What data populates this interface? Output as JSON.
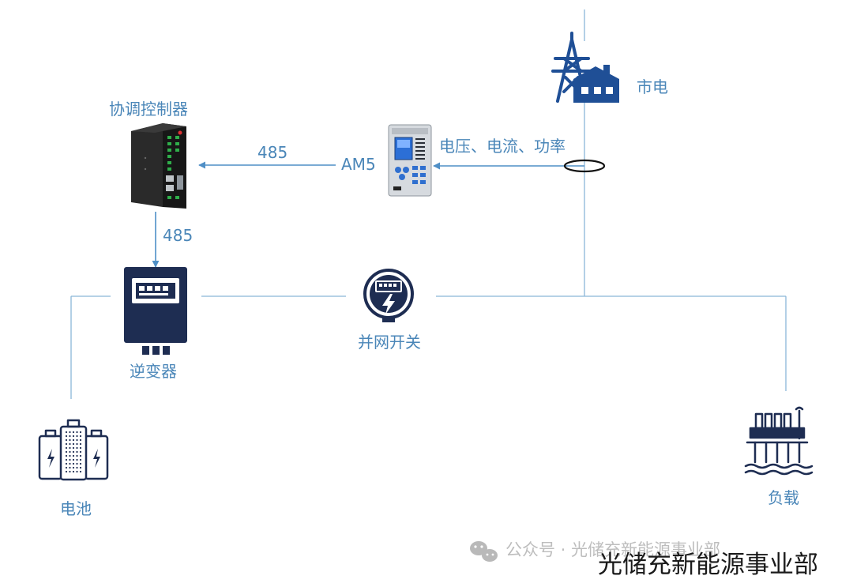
{
  "labels": {
    "grid": "市电",
    "controller": "协调控制器",
    "link_controller_meter": "485",
    "meter_model": "AM5",
    "measurements": "电压、电流、功率",
    "link_controller_inverter": "485",
    "inverter": "逆变器",
    "grid_switch": "并网开关",
    "battery": "电池",
    "load": "负载"
  },
  "watermark": {
    "wechat_text": "公众号 · 光储充新能源事业部",
    "overlay_text": "光储充新能源事业部"
  },
  "colors": {
    "line": "#8ab7d8",
    "arrow": "#4f8fc6",
    "label": "#4a86b8",
    "icon_blue": "#1f4f96",
    "icon_navy": "#1e2d52",
    "device_dark": "#1b1b1b"
  },
  "icons": [
    "transmission-tower-icon",
    "house-icon",
    "battery-pack-icon",
    "factory-load-icon",
    "meter-switch-icon",
    "wechat-icon"
  ]
}
